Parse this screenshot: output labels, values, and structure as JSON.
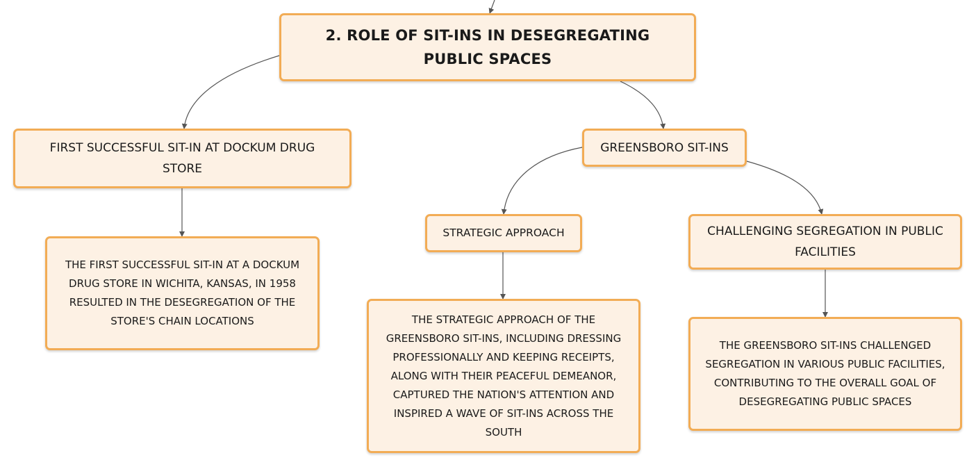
{
  "colors": {
    "node_fill": "#fdf1e4",
    "node_border": "#f2ac55",
    "connector": "#555555",
    "text": "#1a1a1a"
  },
  "mindmap": {
    "root": {
      "label": "2. ROLE OF SIT-INS IN DESEGREGATING PUBLIC SPACES"
    },
    "branches": [
      {
        "label": "FIRST SUCCESSFUL SIT-IN AT DOCKUM DRUG STORE",
        "detail": "THE FIRST SUCCESSFUL SIT-IN AT A DOCKUM DRUG STORE IN WICHITA, KANSAS, IN 1958 RESULTED IN THE DESEGREGATION OF THE STORE'S CHAIN LOCATIONS"
      },
      {
        "label": "GREENSBORO SIT-INS",
        "children": [
          {
            "label": "STRATEGIC APPROACH",
            "detail": "THE STRATEGIC APPROACH OF THE GREENSBORO SIT-INS, INCLUDING DRESSING PROFESSIONALLY AND KEEPING RECEIPTS, ALONG WITH THEIR PEACEFUL DEMEANOR, CAPTURED THE NATION'S ATTENTION AND INSPIRED A WAVE OF SIT-INS ACROSS THE SOUTH"
          },
          {
            "label": "CHALLENGING SEGREGATION IN PUBLIC FACILITIES",
            "detail": "THE GREENSBORO SIT-INS CHALLENGED SEGREGATION IN VARIOUS PUBLIC FACILITIES, CONTRIBUTING TO THE OVERALL GOAL OF DESEGREGATING PUBLIC SPACES"
          }
        ]
      }
    ]
  }
}
